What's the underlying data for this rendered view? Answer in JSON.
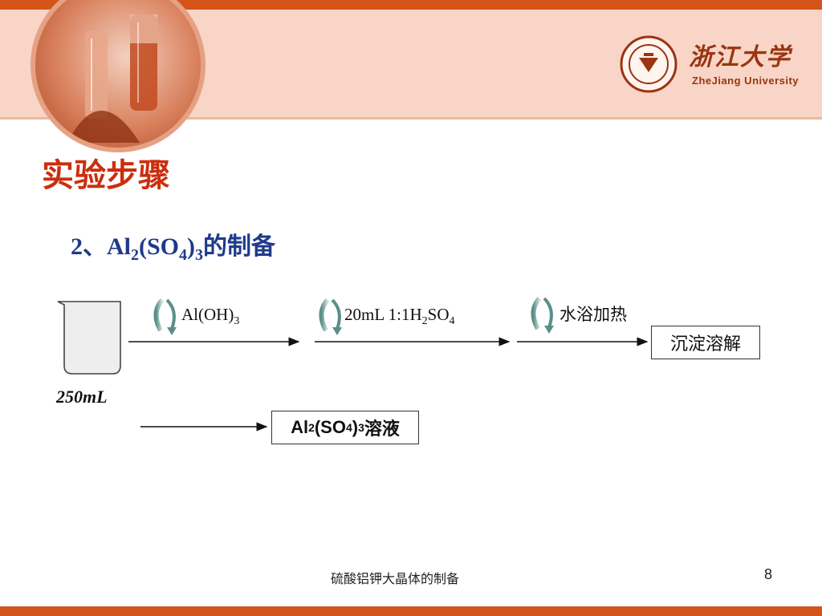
{
  "header": {
    "logo_cn": "浙江大学",
    "logo_en": "ZheJiang University"
  },
  "slide": {
    "title": "实验步骤",
    "subtitle_prefix": "2、Al",
    "subtitle_sub1": "2",
    "subtitle_mid": "(SO",
    "subtitle_sub2": "4",
    "subtitle_close": ")",
    "subtitle_sub3": "3",
    "subtitle_suffix": "的制备"
  },
  "diagram": {
    "beaker_volume": "250mL",
    "step1": {
      "main": "Al(OH)",
      "sub": "3"
    },
    "step2": {
      "main": "20mL 1:1H",
      "sub": "2",
      "tail": "SO",
      "sub2": "4"
    },
    "step3": {
      "main": "水浴加热"
    },
    "box_dissolve": "沉淀溶解",
    "box_solution": {
      "a": "Al",
      "s1": "2",
      "b": "(SO",
      "s2": "4",
      "c": ")",
      "s3": "3",
      "d": "溶液"
    }
  },
  "footer": {
    "text": "硫酸铝钾大晶体的制备",
    "page": "8"
  },
  "colors": {
    "accent": "#d4541a",
    "band": "#f8d5c6",
    "title": "#cc2e0e",
    "subtitle": "#1f3a8a"
  }
}
